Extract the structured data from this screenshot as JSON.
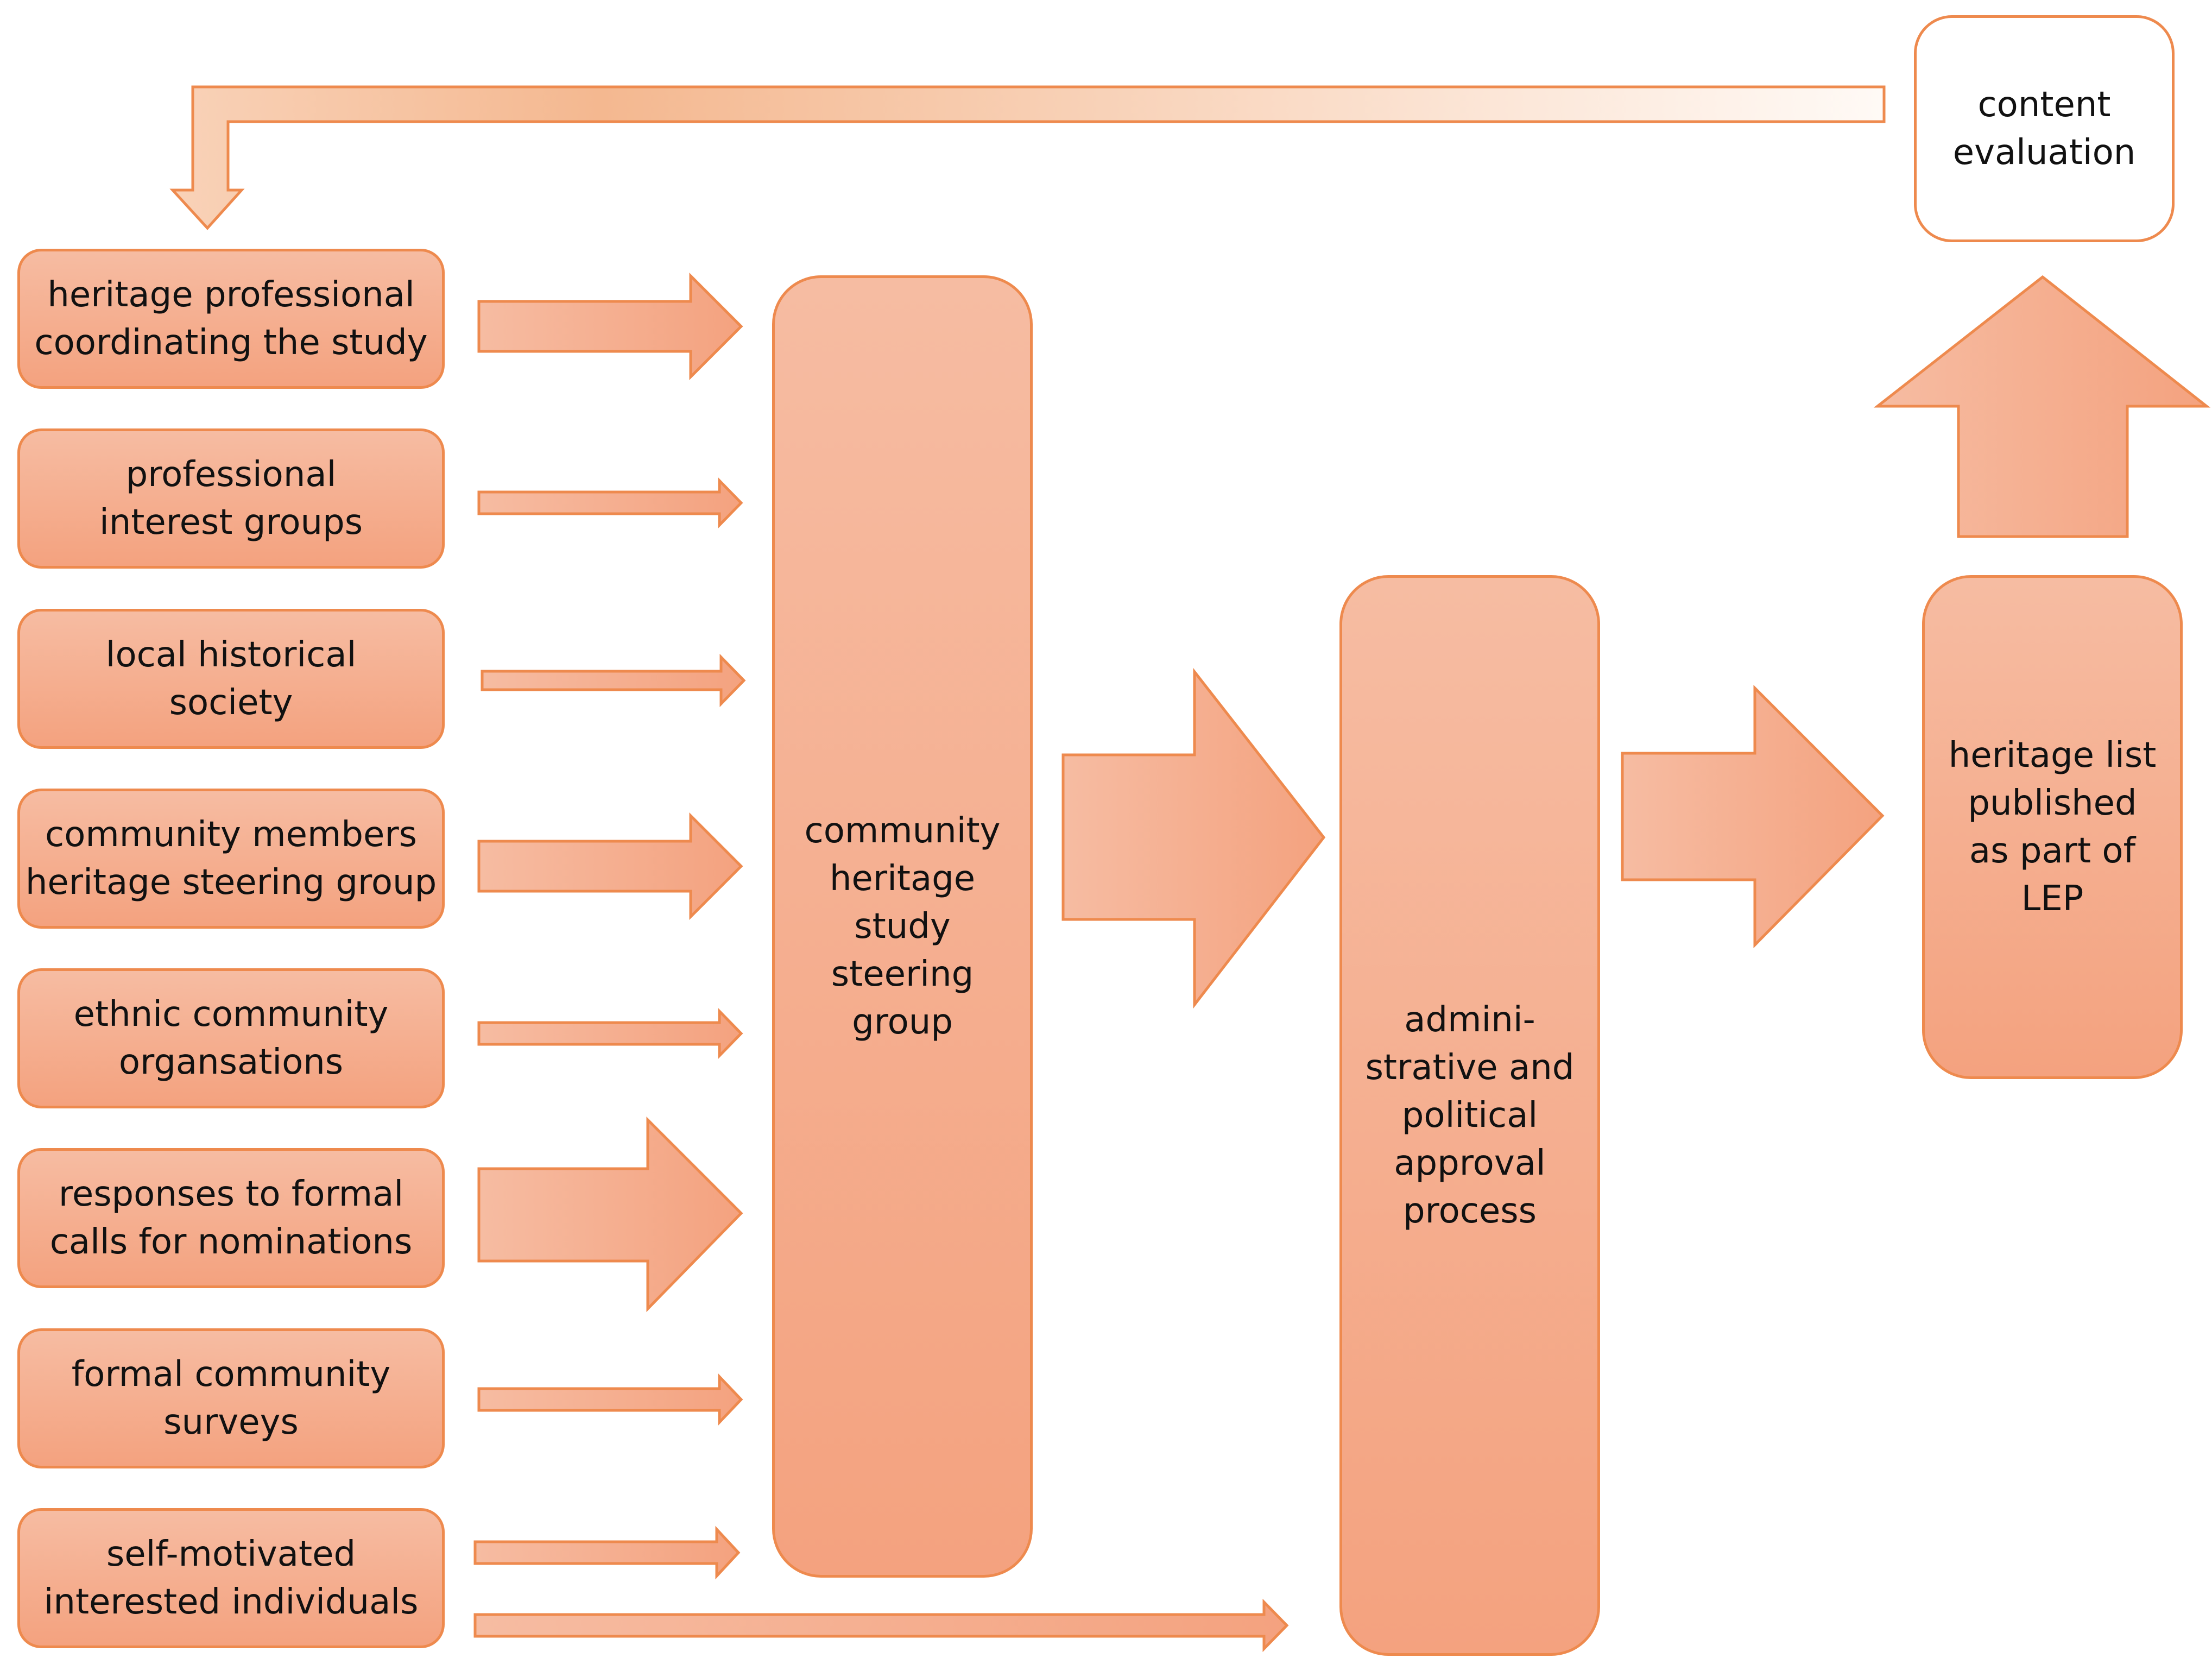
{
  "sources": [
    "heritage professional\ncoordinating the study",
    "professional\ninterest groups",
    "local historical\nsociety",
    "community members\nheritage steering group",
    "ethnic community\norgansations",
    "responses to formal\ncalls for nominations",
    "formal community\nsurveys",
    "self-motivated\ninterested individuals"
  ],
  "steering_group": "community\nheritage\nstudy\nsteering\ngroup",
  "approval": "admini-\nstrative and\npolitical\napproval\nprocess",
  "heritage_list": "heritage list\npublished\nas part of\nLEP",
  "content_evaluation": "content\nevaluation",
  "colors": {
    "box_top": "#f6bca2",
    "box_bottom": "#f4a27f",
    "outline": "#ee8a4e",
    "feedback_arrow_light": "#fde8dc",
    "feedback_arrow_dark": "#f4b890"
  }
}
